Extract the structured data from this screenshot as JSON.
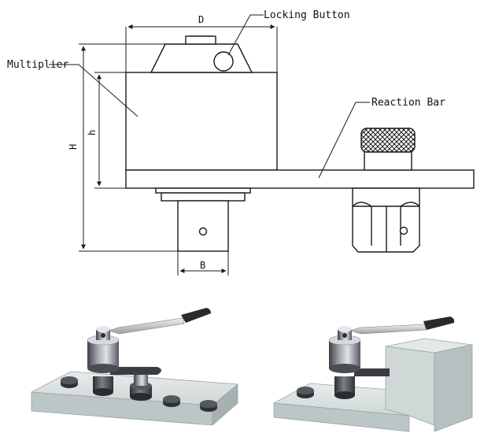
{
  "labels": {
    "locking_button": "Locking Button",
    "multiplier": "Multiplier",
    "reaction_bar": "Reaction Bar"
  },
  "dimensions": {
    "d": "D",
    "h_big": "H",
    "h_small": "h",
    "b": "B"
  },
  "colors": {
    "line": "#1a1a1a",
    "metal_dark": "#5f6266",
    "metal_light": "#c9ccd0",
    "base_plate": "#d4dcdc",
    "grip": "#2b2b2b"
  }
}
